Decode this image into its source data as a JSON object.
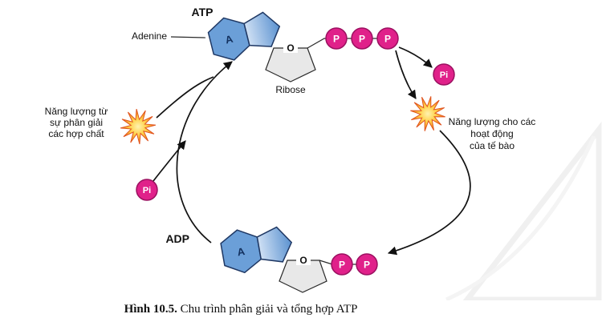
{
  "figure": {
    "atp": {
      "label": "ATP",
      "adenine_letter": "A",
      "oxygen": "O",
      "phosphates": [
        "P",
        "P",
        "P"
      ]
    },
    "adp": {
      "label": "ADP",
      "adenine_letter": "A",
      "oxygen": "O",
      "phosphates": [
        "P",
        "P"
      ]
    },
    "labels": {
      "adenine": "Adenine",
      "ribose": "Ribose"
    },
    "pi_left": "Pi",
    "pi_right": "Pi",
    "left_note": [
      "Năng lượng từ",
      "sự phân giải",
      "các hợp chất"
    ],
    "right_note": [
      "Năng lượng cho các",
      "hoạt động",
      "của tế bào"
    ],
    "colors": {
      "phosphate_fill": "#e0218a",
      "phosphate_stroke": "#9b1060",
      "adenine_fill": "#6b9fd8",
      "adenine_stroke": "#1f3864",
      "ribose_fill": "#e8e8e8",
      "energy_inner": "#ffd24d",
      "energy_outer": "#f08018",
      "arrow": "#111111"
    }
  },
  "caption": {
    "number": "Hình 10.5.",
    "title": " Chu trình phân giải và tổng hợp ATP"
  }
}
